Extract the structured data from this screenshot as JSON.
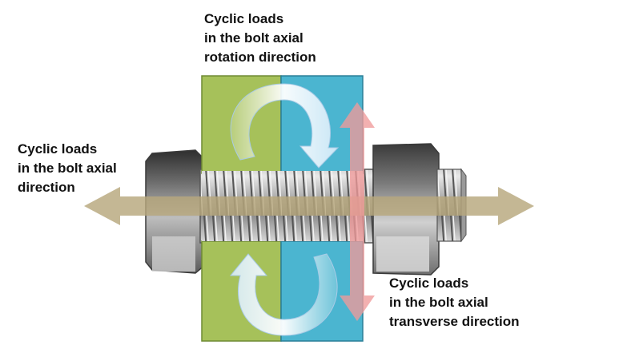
{
  "labels": {
    "rotation": [
      "Cyclic loads",
      "in the bolt axial",
      "rotation direction"
    ],
    "axial": [
      "Cyclic loads",
      "in the bolt axial",
      "direction"
    ],
    "transverse": [
      "Cyclic loads",
      "in the bolt axial",
      "transverse direction"
    ]
  },
  "colors": {
    "plate_green": "#a6c15a",
    "plate_blue": "#4bb5d0",
    "axial_arrow": "#b7a77c",
    "transverse_arrow": "#ef9a9a",
    "rotation_arrow": "#e4f2fb",
    "steel_light": "#c8c8c8",
    "steel_dark": "#4a4a4a"
  },
  "icons": {
    "bolt": "hex-bolt-with-nut",
    "axial_arrow": "double-headed-horizontal-arrow",
    "transverse_arrow": "double-headed-vertical-arrow",
    "rotation_arrow": "curved-rotation-arrow"
  }
}
